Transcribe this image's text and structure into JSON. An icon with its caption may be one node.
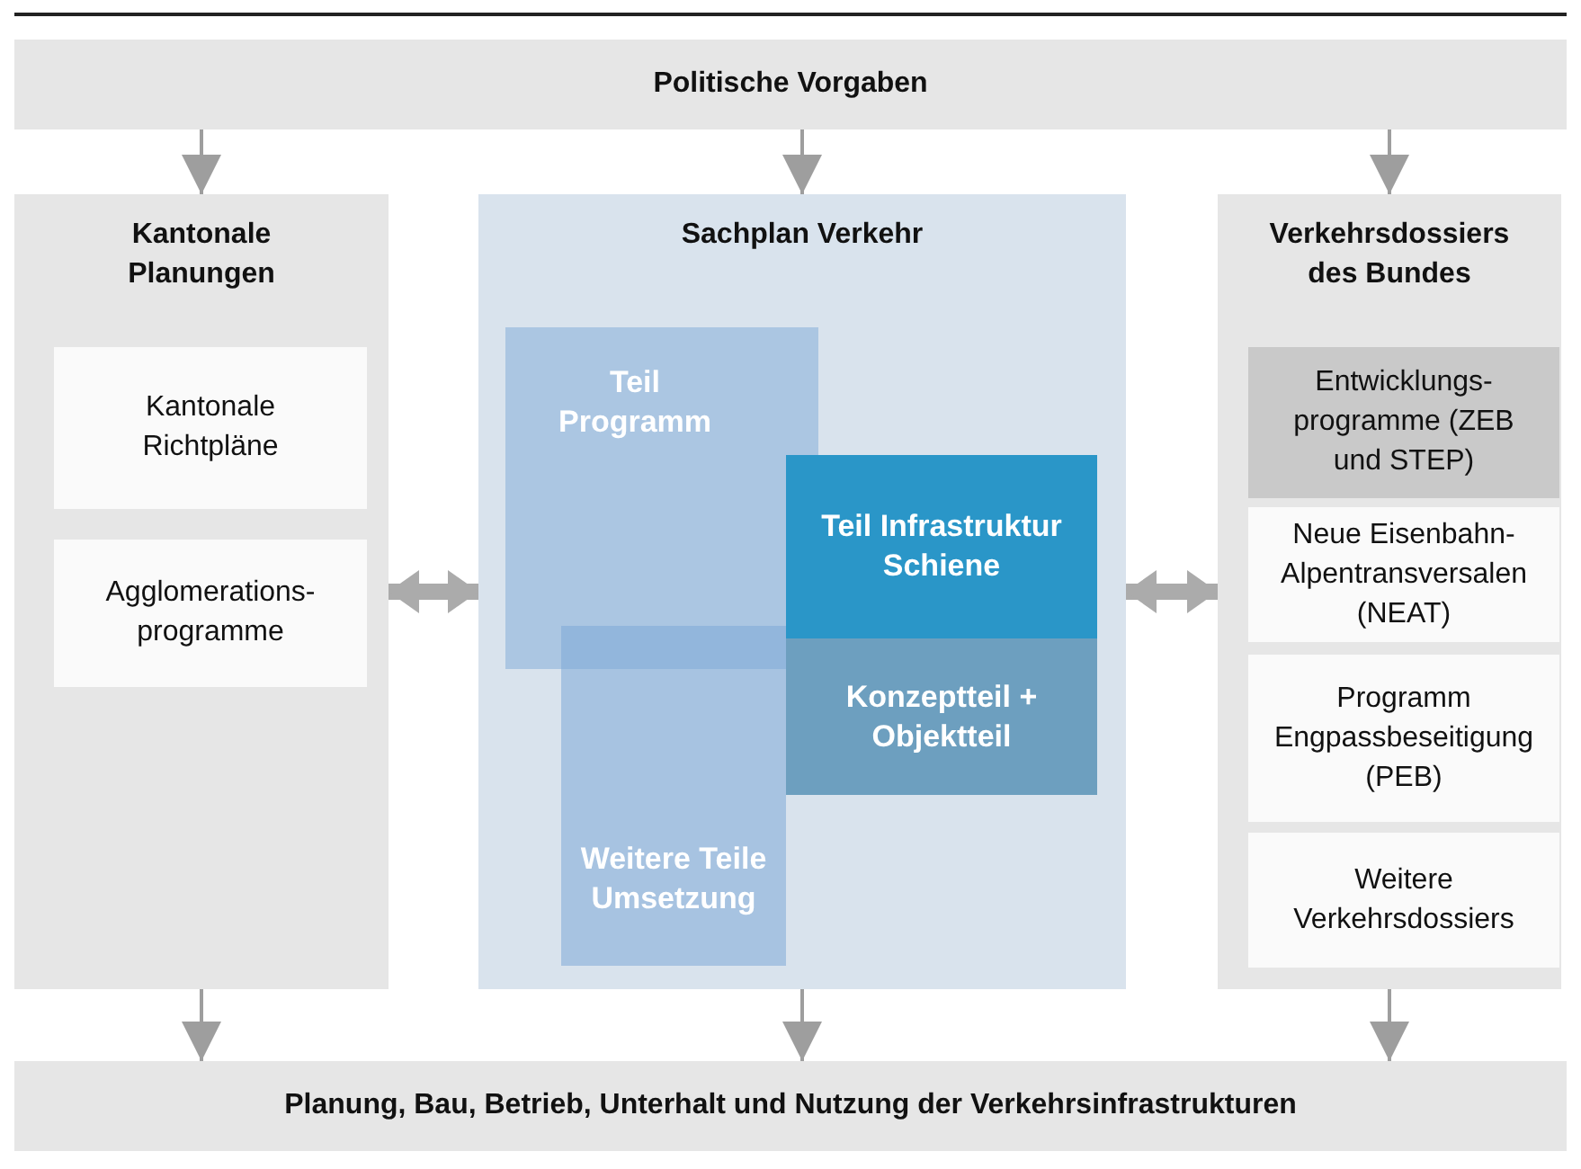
{
  "diagram": {
    "nodes": [
      {
        "text": [
          "Politische Vorgaben"
        ]
      },
      {
        "text": [
          "Kantonale Planungen"
        ]
      },
      {
        "text": [
          "Kantonale Richtpläne"
        ],
        "in": 1
      },
      {
        "text": [
          "Agglomerations-programme"
        ],
        "in": 1
      },
      {
        "text": [
          "Sachplan Verkehr"
        ]
      },
      {
        "text": [
          "Teil Programm"
        ],
        "in": 4
      },
      {
        "text": [
          "Teil Infrastruktur Schiene"
        ],
        "in": 4
      },
      {
        "text": [
          "Konzeptteil + Objektteil"
        ],
        "in": 4
      },
      {
        "text": [
          "Weitere Teile Umsetzung"
        ],
        "in": 4
      },
      {
        "text": [
          "Verkehrsdossiers des Bundes"
        ]
      },
      {
        "text": [
          "Entwicklungs-programme (ZEB und STEP)"
        ],
        "in": 9
      },
      {
        "text": [
          "Neue Eisenbahn-Alpentransversalen (NEAT)"
        ],
        "in": 9
      },
      {
        "text": [
          "Programm Engpassbeseitigung (PEB)"
        ],
        "in": 9
      },
      {
        "text": [
          "Weitere Verkehrsdossiers"
        ],
        "in": 9
      },
      {
        "text": [
          "Planung, Bau, Betrieb, Unterhalt und Nutzung der Verkehrsinfrastrukturen"
        ]
      }
    ],
    "edges": [
      {
        "from": 0,
        "to": 1,
        "arrow": "to"
      },
      {
        "from": 0,
        "to": 4,
        "arrow": "to"
      },
      {
        "from": 0,
        "to": 9,
        "arrow": "to"
      },
      {
        "from": 1,
        "to": 4,
        "arrow": "both",
        "style": "thick"
      },
      {
        "from": 4,
        "to": 9,
        "arrow": "both",
        "style": "thick"
      },
      {
        "from": 1,
        "to": 14,
        "arrow": "to"
      },
      {
        "from": 4,
        "to": 14,
        "arrow": "to"
      },
      {
        "from": 9,
        "to": 14,
        "arrow": "to"
      }
    ]
  }
}
